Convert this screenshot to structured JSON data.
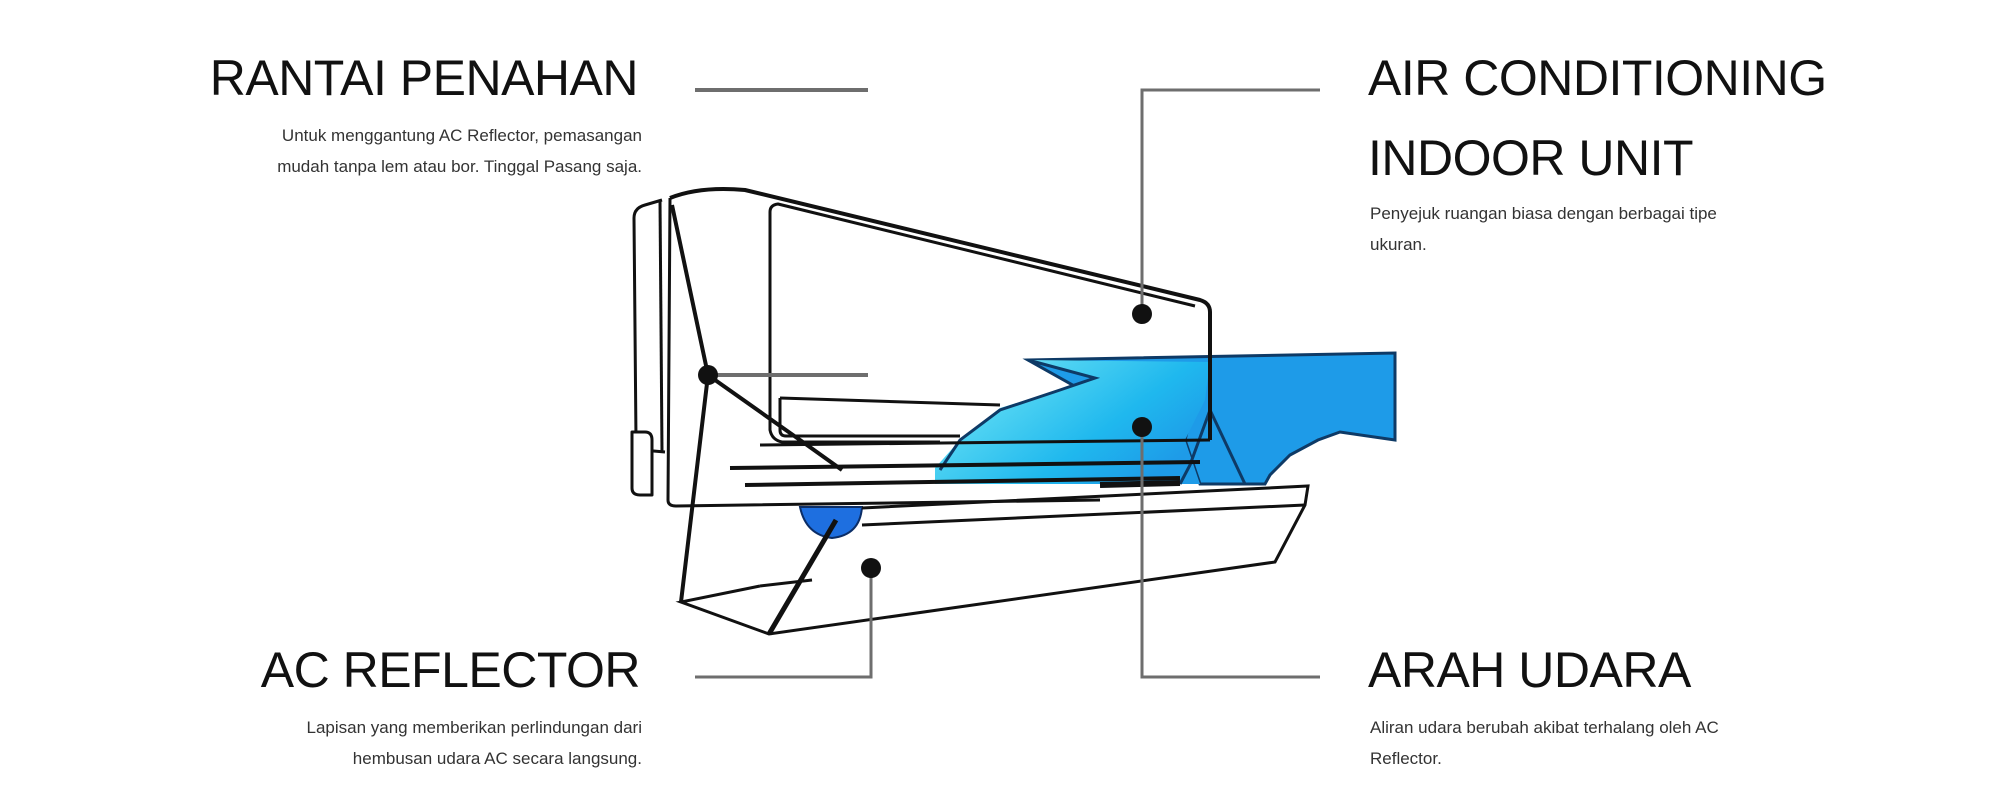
{
  "diagram": {
    "subject": "AC Reflector mounted under air conditioning indoor unit",
    "labels": {
      "rantai_penahan": {
        "title": "RANTAI PENAHAN",
        "description_line1": "Untuk menggantung AC Reflector, pemasangan",
        "description_line2": "mudah tanpa lem atau bor. Tinggal Pasang saja."
      },
      "air_conditioning": {
        "title_line1": "AIR CONDITIONING",
        "title_line2": "INDOOR UNIT",
        "description_line1": "Penyejuk ruangan biasa dengan berbagai tipe",
        "description_line2": "ukuran."
      },
      "ac_reflector": {
        "title": "AC REFLECTOR",
        "description_line1": "Lapisan yang memberikan perlindungan dari",
        "description_line2": "hembusan udara AC secara langsung."
      },
      "arah_udara": {
        "title": "ARAH UDARA",
        "description_line1": "Aliran udara berubah akibat terhalang oleh AC",
        "description_line2": "Reflector."
      }
    },
    "colors": {
      "airflow_blue": "#1e9be8",
      "airflow_cyan": "#5ad8f0",
      "reflector_blue": "#1e6fe0",
      "outline": "#111111",
      "leader_line": "#6e6e6e"
    }
  }
}
